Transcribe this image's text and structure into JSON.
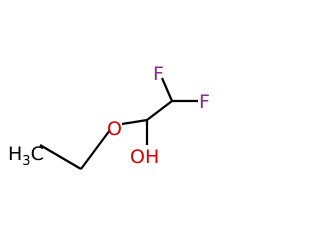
{
  "molecule": {
    "atoms": {
      "fluorine_top": {
        "symbol": "F",
        "color": "#8a2b8f"
      },
      "fluorine_right": {
        "symbol": "F",
        "color": "#8a2b8f"
      },
      "ether_oxygen": {
        "symbol": "O",
        "color": "#d40000"
      },
      "hydroxyl": {
        "symbol": "OH",
        "color": "#d40000"
      },
      "methyl": {
        "symbol": "H",
        "subscript": "3",
        "suffix": "C",
        "color": "#000000"
      }
    },
    "bond_color": "#000000"
  }
}
